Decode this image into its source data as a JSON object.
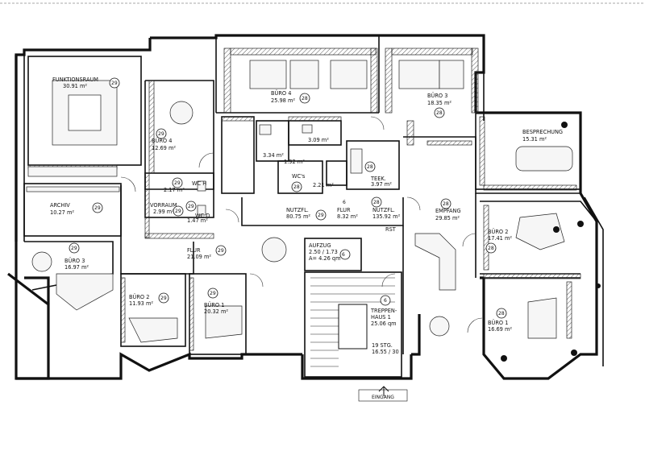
{
  "rooms": [
    {
      "id": "funktionsraum",
      "name": "FUNKTIONSRAUM",
      "area": "30.91  m²",
      "code": "29"
    },
    {
      "id": "buero4-left",
      "name": "BÜRO  4",
      "area": "12.69  m²",
      "code": "29"
    },
    {
      "id": "buero4-top",
      "name": "BÜRO  4",
      "area": "25.98  m²",
      "code": "28"
    },
    {
      "id": "buero3-top",
      "name": "BÜRO  3",
      "area": "18.35  m²",
      "code": "28"
    },
    {
      "id": "besprechung",
      "name": "BESPRECHUNG",
      "area": "15.31  m²"
    },
    {
      "id": "archiv",
      "name": "ARCHIV",
      "area": "10.27  m²",
      "code": "29"
    },
    {
      "id": "wc-h",
      "name": "WC  H",
      "area": "2.17  m²",
      "code": "29"
    },
    {
      "id": "wc-d",
      "name": "WC  D",
      "area": "1.47  m²",
      "code": "29"
    },
    {
      "id": "vorraum",
      "name": "VORRAUM",
      "area": "2.99  m²",
      "code": "29"
    },
    {
      "id": "flur-left",
      "name": "FLUR",
      "area": "21.09  m²",
      "code": "29"
    },
    {
      "id": "buero3-left",
      "name": "BÜRO  3",
      "area": "16.97  m²",
      "code": "29"
    },
    {
      "id": "buero2-left",
      "name": "BÜRO  2",
      "area": "11.93  m²",
      "code": "29"
    },
    {
      "id": "buero1-left",
      "name": "BÜRO  1",
      "area": "20.32  m²",
      "code": "29"
    },
    {
      "id": "small-334",
      "name": "",
      "area": "3.34  m²"
    },
    {
      "id": "small-309",
      "name": "",
      "area": "3.09  m²"
    },
    {
      "id": "small-192",
      "name": "",
      "area": "1.92  m²"
    },
    {
      "id": "small-221",
      "name": "",
      "area": "2.21  m²"
    },
    {
      "id": "wcs",
      "name": "WC's",
      "area": "",
      "code": "28"
    },
    {
      "id": "teek",
      "name": "TEEK.",
      "area": "3.97  m²",
      "code": "28"
    },
    {
      "id": "nutzfl-left",
      "name": "NUTZFL.",
      "area": "80.75  m²",
      "code": "29"
    },
    {
      "id": "flur-mid",
      "name": "FLUR",
      "area": "8.32  m²",
      "code": "6"
    },
    {
      "id": "nutzfl-right",
      "name": "NUTZFL.",
      "area": "135.92  m²",
      "code": "28"
    },
    {
      "id": "empfang",
      "name": "EMPFANG",
      "area": "29.85  m²",
      "code": "28"
    },
    {
      "id": "rst",
      "name": "RST",
      "area": ""
    },
    {
      "id": "aufzug",
      "name": "AUFZUG",
      "area": "2.50 / 1.73",
      "extra": "A= 4.26 qm",
      "code": "6"
    },
    {
      "id": "treppenhaus",
      "name": "TREPPEN-",
      "name2": "HAUS  1",
      "area": "25.06  qm",
      "code": "6"
    },
    {
      "id": "stg",
      "name": "19  STG.",
      "area": "16.55 / 30"
    },
    {
      "id": "buero2-right",
      "name": "BÜRO  2",
      "area": "17.41  m²",
      "code": "28"
    },
    {
      "id": "buero1-right",
      "name": "BÜRO  1",
      "area": "16.69  m²",
      "code": "28"
    }
  ],
  "entrance": "EINGANG",
  "colors": {
    "line": "#111111",
    "paper": "#ffffff",
    "hatch": "#333333"
  }
}
